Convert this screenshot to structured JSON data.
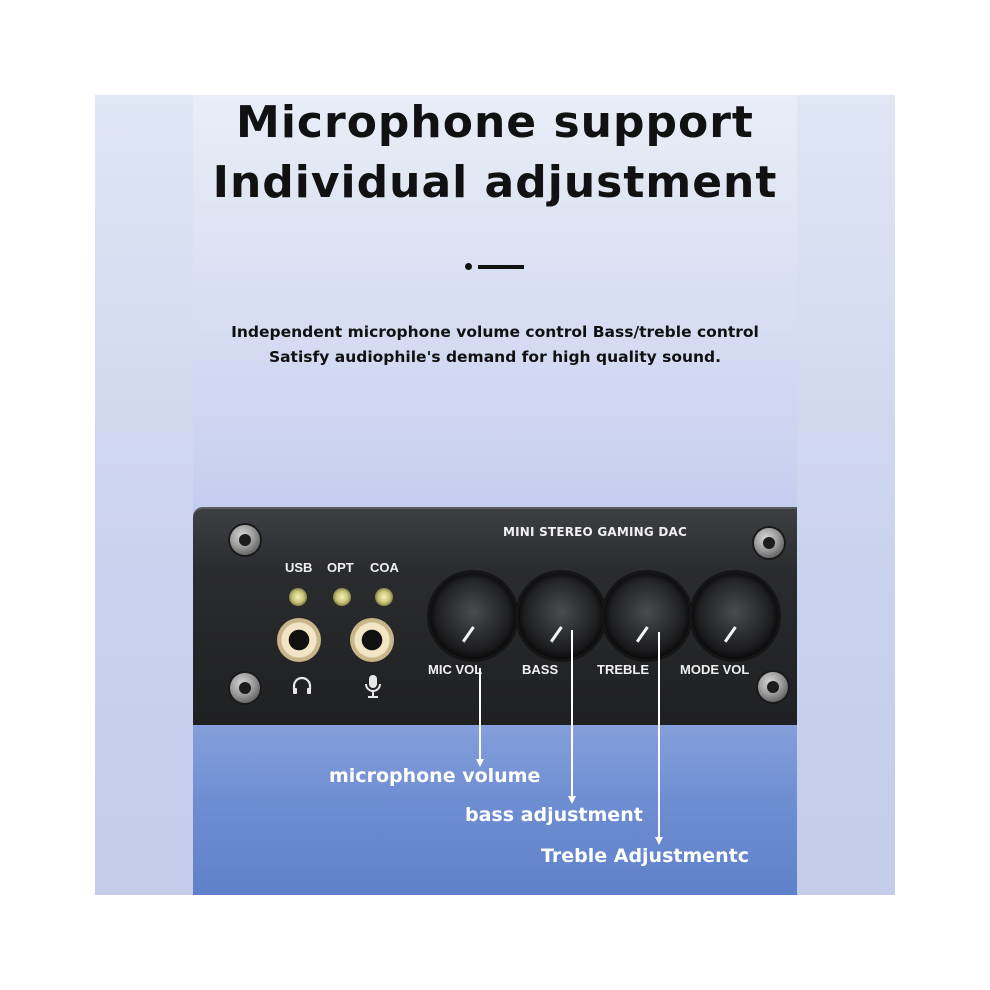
{
  "heading": {
    "line1": "Microphone support",
    "line2": "Individual adjustment"
  },
  "subtext": {
    "line1": "Independent microphone volume control Bass/treble control",
    "line2": "Satisfy audiophile's demand for high quality sound."
  },
  "device": {
    "title": "MINI STEREO GAMING DAC",
    "indicators": [
      "USB",
      "OPT",
      "COA"
    ],
    "knobs": [
      "MIC VOL",
      "BASS",
      "TREBLE",
      "MODE VOL"
    ],
    "ports": [
      "headphone-icon",
      "microphone-icon"
    ]
  },
  "callouts": {
    "mic": "microphone volume",
    "bass": "bass adjustment",
    "treble": "Treble Adjustmentc"
  },
  "colors": {
    "headline_text": "#111111",
    "device_body": "#2a2b2e",
    "callout_text": "#ffffff"
  }
}
